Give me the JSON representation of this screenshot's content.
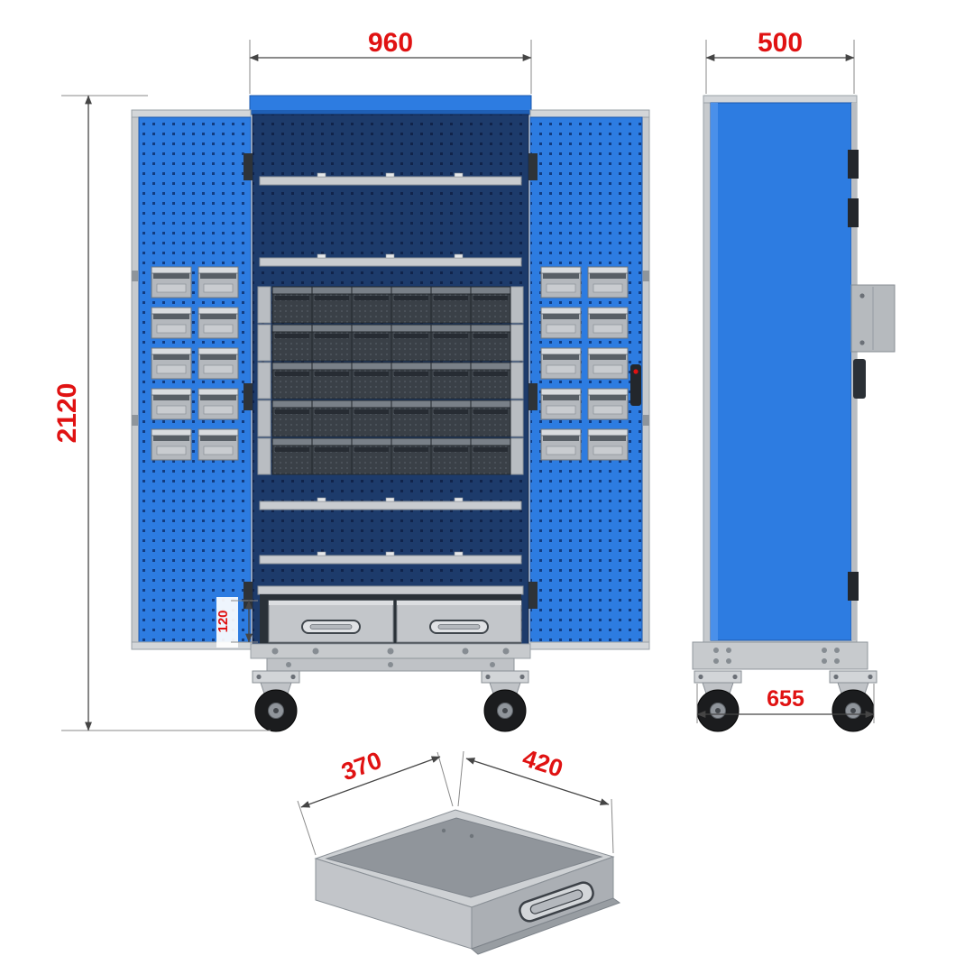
{
  "views": {
    "front": {
      "width_label": "960",
      "height_label": "2120",
      "drawer_front_label": "120"
    },
    "side": {
      "width_label": "500",
      "base_depth_label": "655"
    },
    "drawer": {
      "inner_width_label": "370",
      "inner_depth_label": "420"
    }
  },
  "colors": {
    "dimension_red": "#e01212",
    "cabinet_blue": "#2d7ce1",
    "pegboard_navy": "#1d3b6b",
    "metal_gray": "#c7cacd",
    "bin_dark": "#3a4047"
  }
}
